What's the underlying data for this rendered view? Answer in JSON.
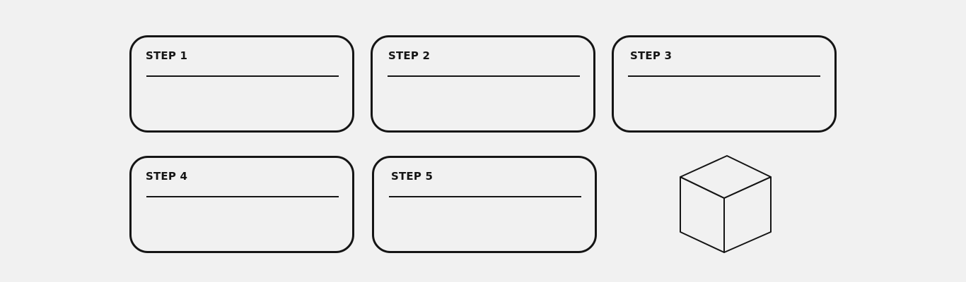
{
  "steps": [
    {
      "label": "STEP 1"
    },
    {
      "label": "STEP 2"
    },
    {
      "label": "STEP 3"
    },
    {
      "label": "STEP 4"
    },
    {
      "label": "STEP 5"
    }
  ],
  "colors": {
    "background": "#f1f1f1",
    "stroke": "#151515"
  },
  "icons": {
    "decoration": "cube-icon"
  }
}
